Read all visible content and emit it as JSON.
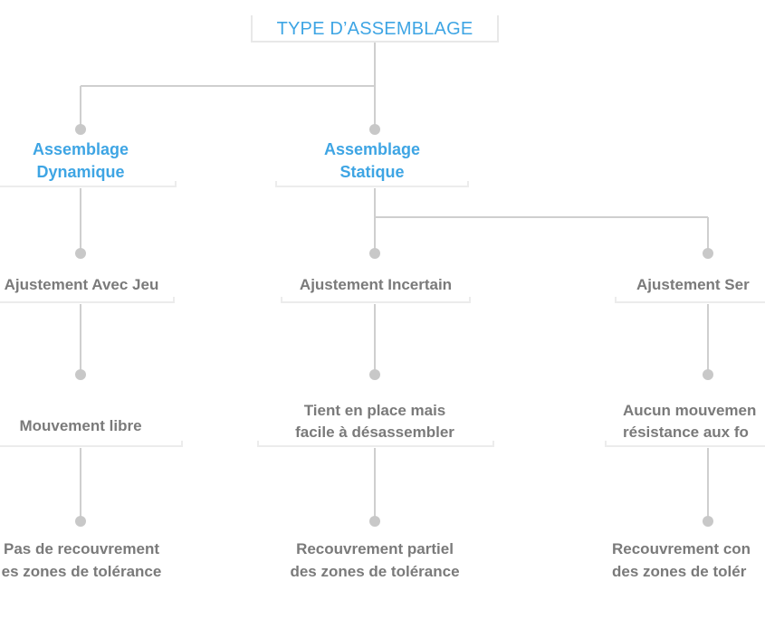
{
  "root": {
    "title": "TYPE D’ASSEMBLAGE"
  },
  "level1": [
    {
      "line1": "Assemblage",
      "line2": "Dynamique"
    },
    {
      "line1": "Assemblage",
      "line2": "Statique"
    }
  ],
  "fits": [
    {
      "label": "Ajustement Avec Jeu"
    },
    {
      "label": "Ajustement Incertain"
    },
    {
      "label": "Ajustement Ser"
    }
  ],
  "behaviour": [
    {
      "line1": "Mouvement libre",
      "line2": ""
    },
    {
      "line1": "Tient en place mais",
      "line2": "facile à désassembler"
    },
    {
      "line1": "Aucun mouvemen",
      "line2": "résistance aux fo"
    }
  ],
  "overlap": [
    {
      "line1": "Pas de recouvrement",
      "line2": "es zones de tolérance"
    },
    {
      "line1": "Recouvrement partiel",
      "line2": "des zones de tolérance"
    },
    {
      "line1": "Recouvrement con",
      "line2": "des zones de tolér"
    }
  ],
  "colors": {
    "accent": "#3ea5e4",
    "text_gray": "#7a7a7a",
    "line": "#cfcfcf",
    "box_border": "#e8e8e8"
  }
}
